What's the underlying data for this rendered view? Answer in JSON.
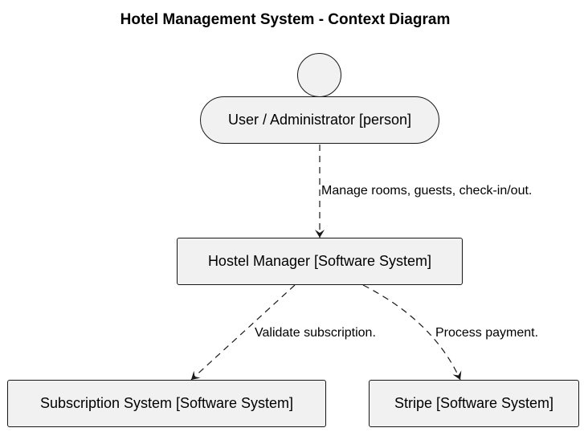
{
  "diagram": {
    "title": "Hotel Management System - Context Diagram",
    "nodes": {
      "user": {
        "label": "User / Administrator [person]",
        "kind": "person"
      },
      "hostel_manager": {
        "label": "Hostel Manager [Software System]",
        "kind": "software-system"
      },
      "subscription": {
        "label": "Subscription System [Software System]",
        "kind": "software-system"
      },
      "stripe": {
        "label": "Stripe [Software System]",
        "kind": "software-system"
      }
    },
    "edges": {
      "user_to_manager": {
        "from": "user",
        "to": "hostel_manager",
        "label": "Manage rooms, guests, check-in/out."
      },
      "manager_to_subscription": {
        "from": "hostel_manager",
        "to": "subscription",
        "label": "Validate subscription."
      },
      "manager_to_stripe": {
        "from": "hostel_manager",
        "to": "stripe",
        "label": "Process payment."
      }
    },
    "colors": {
      "node_fill": "#f1f1f1",
      "node_border": "#181818",
      "edge": "#181818"
    }
  }
}
